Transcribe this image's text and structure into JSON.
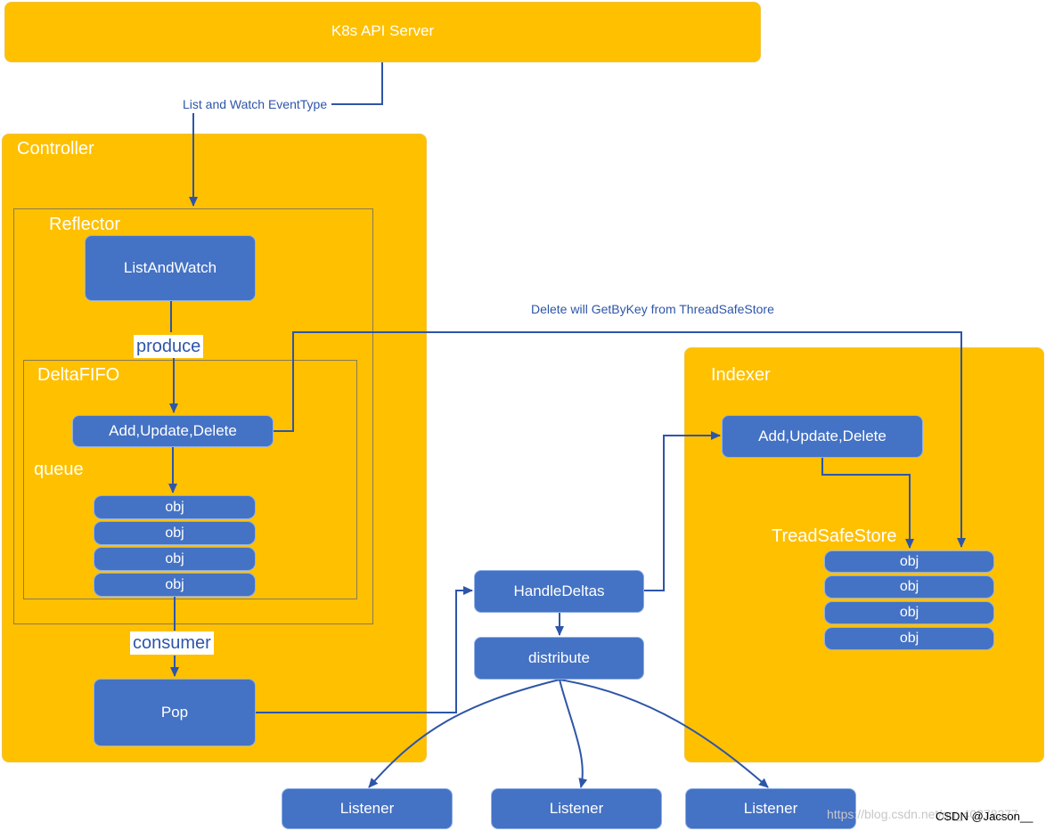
{
  "api_server": {
    "label": "K8s API Server"
  },
  "controller": {
    "title": "Controller"
  },
  "reflector": {
    "title": "Reflector",
    "list_and_watch": "ListAndWatch"
  },
  "delta_fifo": {
    "title": "DeltaFIFO",
    "add_update_delete": "Add,Update,Delete",
    "queue_label": "queue",
    "objs": [
      "obj",
      "obj",
      "obj",
      "obj"
    ]
  },
  "pop": {
    "label": "Pop"
  },
  "indexer": {
    "title": "Indexer",
    "add_update_delete": "Add,Update,Delete",
    "store_title": "TreadSafeStore",
    "objs": [
      "obj",
      "obj",
      "obj",
      "obj"
    ]
  },
  "handle_deltas": {
    "label": "HandleDeltas"
  },
  "distribute": {
    "label": "distribute"
  },
  "listeners": [
    "Listener",
    "Listener",
    "Listener"
  ],
  "edge_labels": {
    "list_watch": "List and Watch EventType",
    "produce": "produce",
    "consumer": "consumer",
    "delete_getbykey": "Delete will GetByKey from ThreadSafeStore"
  },
  "watermark": {
    "url_text": "https://blog.csdn.net/qq_40378277",
    "credit": "CSDN @Jacson__"
  },
  "colors": {
    "container": "#FFC000",
    "node": "#4472C4",
    "edge": "#2E55A8"
  }
}
